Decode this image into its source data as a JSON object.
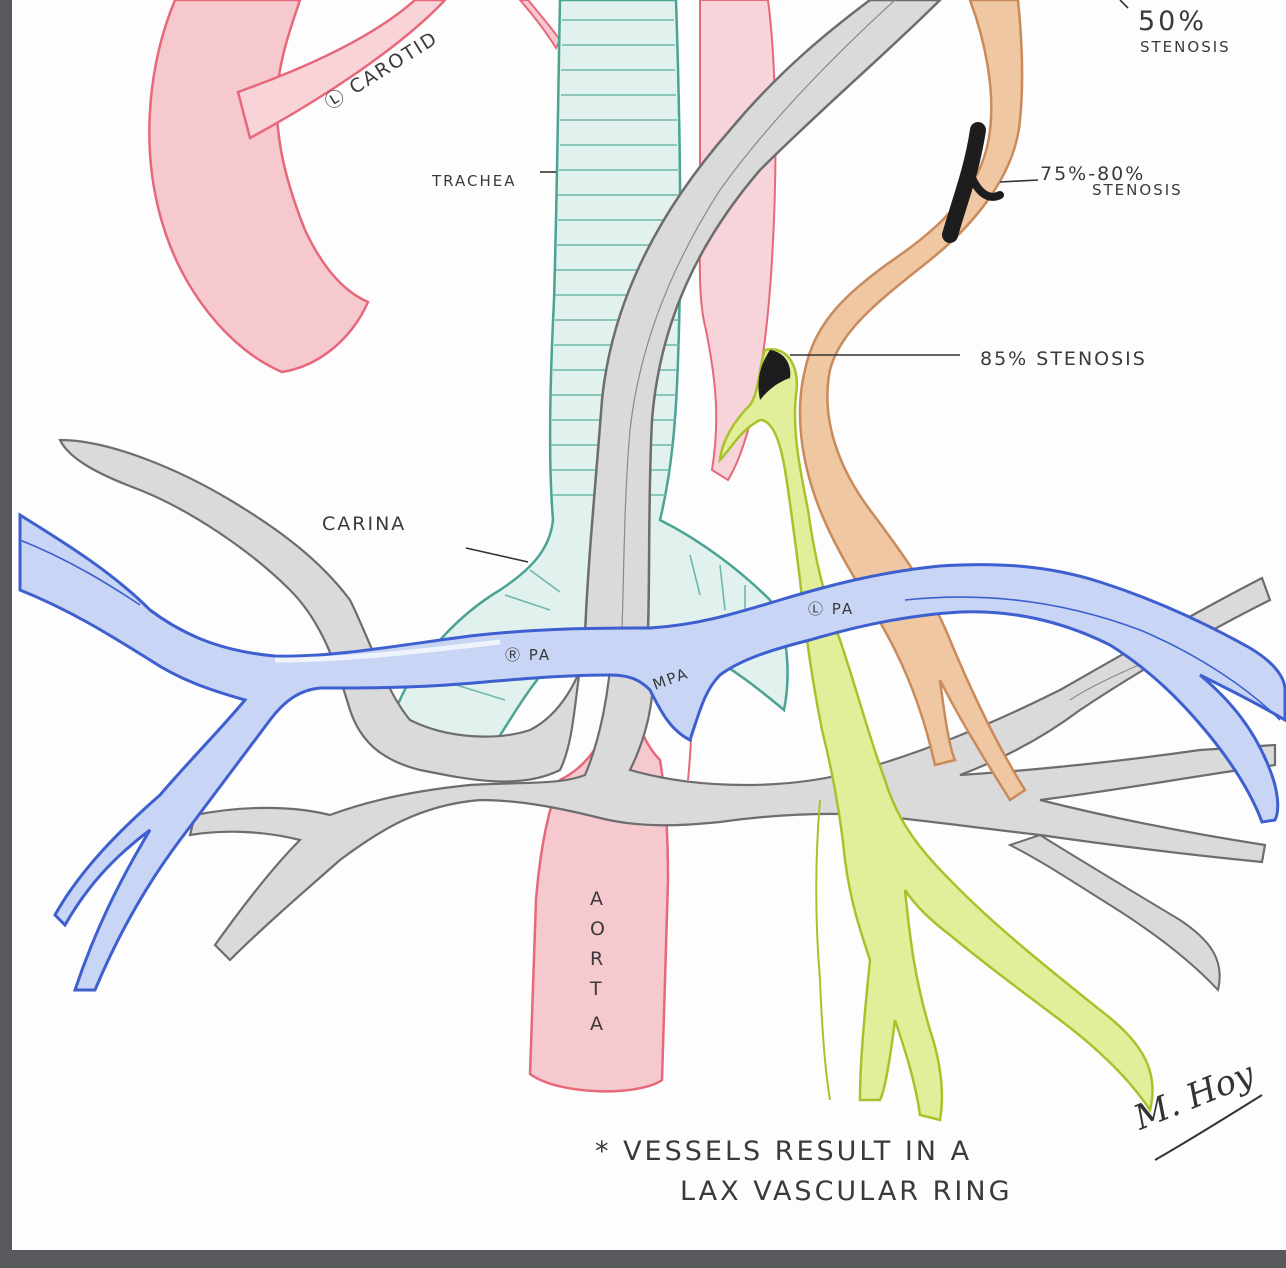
{
  "labels": {
    "carotid": "Ⓛ CAROTID",
    "trachea": "TRACHEA",
    "stenosis_50_value": "50%",
    "stenosis_50_word": "STENOSIS",
    "stenosis_75_value": "75%-80%",
    "stenosis_75_word": "STENOSIS",
    "stenosis_85": "85% STENOSIS",
    "carina": "CARINA",
    "right_pa": "Ⓡ PA",
    "left_pa": "Ⓛ PA",
    "mpa": "MPA",
    "aorta_letters": [
      "A",
      "O",
      "R",
      "T",
      "A"
    ],
    "note_line1": "* VESSELS RESULT IN A",
    "note_line2": "LAX VASCULAR RING",
    "signature": "M. Hoy"
  },
  "colors": {
    "paper": "#fdfdfd",
    "scanner_border": "#58595c",
    "aorta": "#e7687a",
    "aorta_fill": "#f6c9cf",
    "trachea": "#4aa393",
    "trachea_fill": "#dff0ec",
    "gray_vessel": "#6d6d6d",
    "gray_fill": "#d9d9d9",
    "pulmonary_artery": "#3d5fcf",
    "pa_fill": "#c6d3f4",
    "orange_vessel": "#c98a5c",
    "orange_fill": "#efc7a2",
    "green_vessel": "#a9c22c",
    "green_fill": "#e2ee9a",
    "stenosis": "#1d1d1d"
  }
}
